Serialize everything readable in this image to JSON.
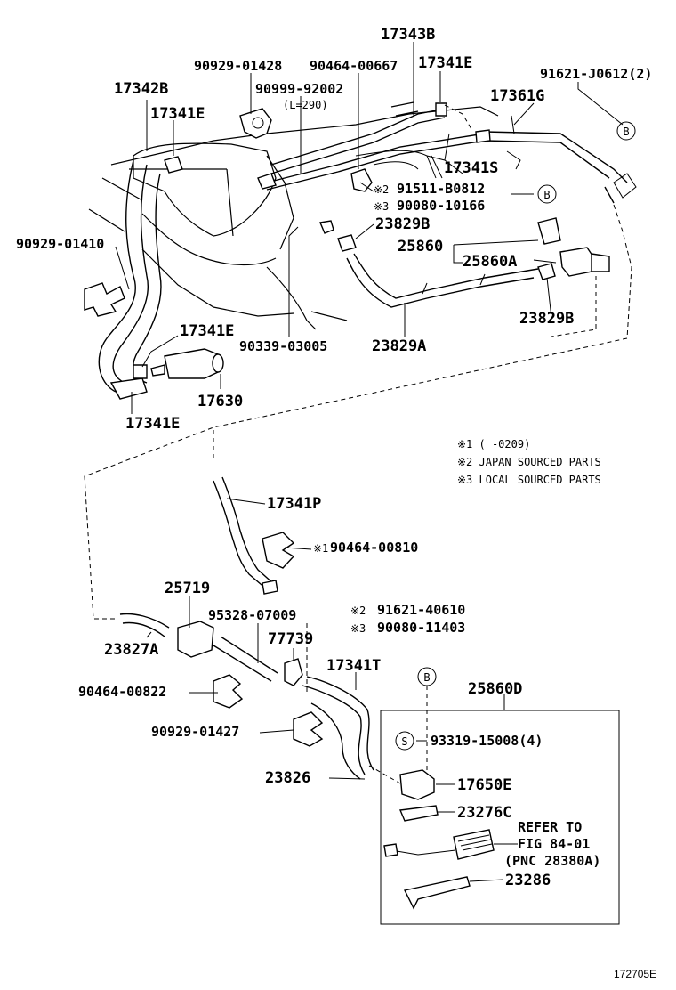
{
  "labels": {
    "p17343B": "17343B",
    "p90929_01428": "90929-01428",
    "p90464_00667": "90464-00667",
    "p17341E_top": "17341E",
    "p91621_J0612": "91621-J0612(2)",
    "p17342B": "17342B",
    "p90999_92002": "90999-92002",
    "l290": "(L=290)",
    "p17361G": "17361G",
    "p17341E_a": "17341E",
    "p17341S": "17341S",
    "mark2_a": "※2",
    "p91511_B0812": "91511-B0812",
    "mark3_a": "※3",
    "p90080_10166": "90080-10166",
    "p90929_01410": "90929-01410",
    "p23829B_a": "23829B",
    "p25860": "25860",
    "p25860A": "25860A",
    "p23829B_b": "23829B",
    "p17341E_b": "17341E",
    "p90339_03005": "90339-03005",
    "p23829A": "23829A",
    "p17630": "17630",
    "p17341E_c": "17341E",
    "note1": "※1 (     -0209)",
    "note2": "※2 JAPAN SOURCED PARTS",
    "note3": "※3 LOCAL SOURCED PARTS",
    "p17341P": "17341P",
    "mark1": "※1",
    "p90464_00810": "90464-00810",
    "p25719": "25719",
    "p95328_07009": "95328-07009",
    "mark2_b": "※2",
    "p91621_40610": "91621-40610",
    "mark3_b": "※3",
    "p90080_11403": "90080-11403",
    "p77739": "77739",
    "p23827A": "23827A",
    "p17341T": "17341T",
    "p25860D": "25860D",
    "p90464_00822": "90464-00822",
    "p90929_01427": "90929-01427",
    "p93319_15008": "93319-15008(4)",
    "p23826": "23826",
    "p17650E": "17650E",
    "p23276C": "23276C",
    "refer1": "REFER TO",
    "refer2": "FIG 84-01",
    "refer3": "(PNC 28380A)",
    "p23286": "23286",
    "fig_id": "172705E",
    "circle_B": "B",
    "circle_S": "S"
  },
  "colors": {
    "ink": "#000000",
    "paper": "#ffffff"
  }
}
